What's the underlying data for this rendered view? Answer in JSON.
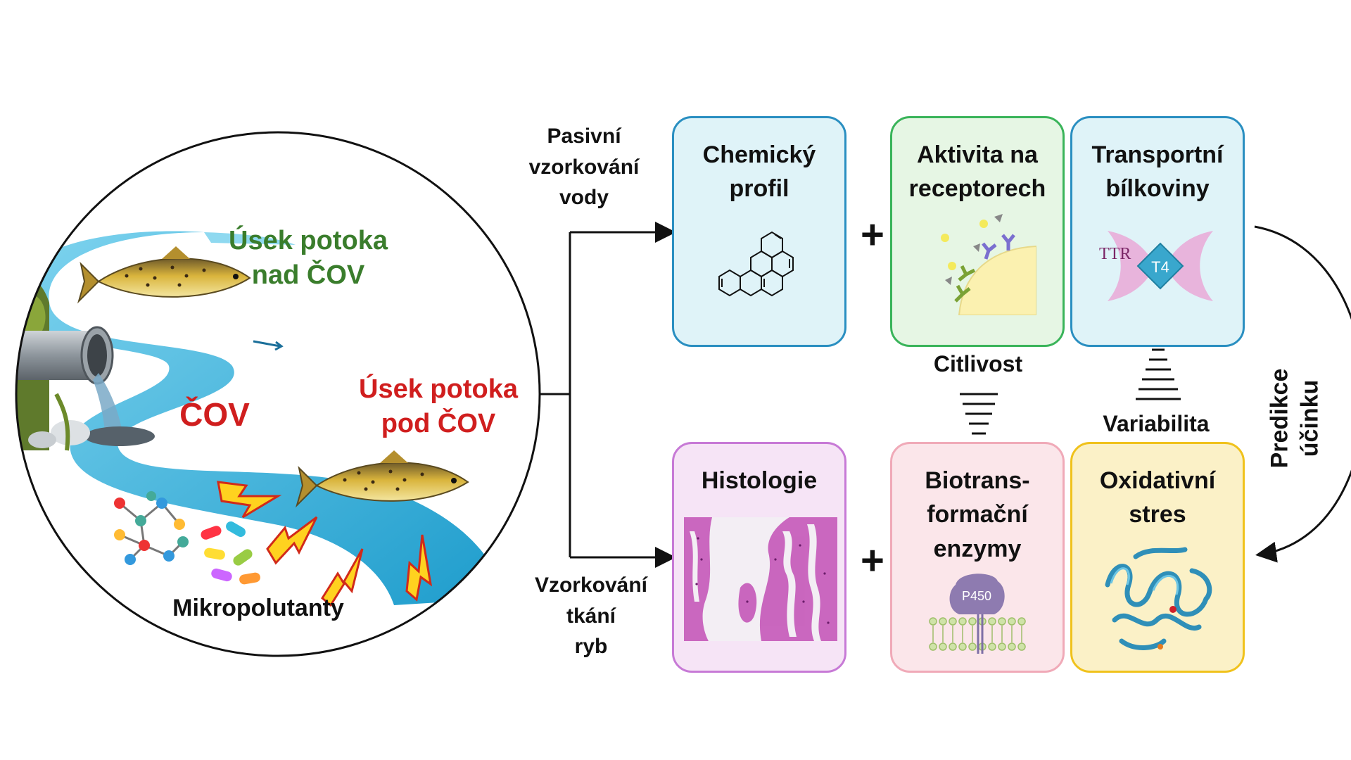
{
  "colors": {
    "river": "#29a9d6",
    "upstream_text": "#3a7d2c",
    "downstream_text": "#d01e1e",
    "blue_box": "#2a8fc1",
    "green_box": "#3ab45a",
    "purple_box": "#c77ad6",
    "pink_box": "#f0aab8",
    "yellow_box": "#f0c21c"
  },
  "scene": {
    "upstream_line1": "Úsek potoka",
    "upstream_line2": "nad ČOV",
    "cov_label": "ČOV",
    "downstream_line1": "Úsek potoka",
    "downstream_line2": "pod ČOV",
    "micropollutants_label": "Mikropolutanty"
  },
  "sampling": {
    "passive_line1": "Pasivní",
    "passive_line2": "vzorkování",
    "passive_line3": "vody",
    "tissue_line1": "Vzorkování",
    "tissue_line2": "tkání",
    "tissue_line3": "ryb"
  },
  "boxes": {
    "chemical": {
      "line1": "Chemický",
      "line2": "profil"
    },
    "receptor": {
      "line1": "Aktivita na",
      "line2": "receptorech"
    },
    "transport": {
      "line1": "Transportní",
      "line2": "bílkoviny",
      "ttr_label": "TTR",
      "t4_label": "T4"
    },
    "histology": {
      "line1": "Histologie"
    },
    "biotrans": {
      "line1": "Biotrans-",
      "line2": "formační",
      "line3": "enzymy",
      "p450_label": "P450"
    },
    "oxidative": {
      "line1": "Oxidativní",
      "line2": "stres"
    }
  },
  "connectors": {
    "plus_symbol": "+",
    "sensitivity_label": "Citlivost",
    "variability_label": "Variabilita",
    "prediction_line1": "Predikce",
    "prediction_line2": "účinku"
  }
}
